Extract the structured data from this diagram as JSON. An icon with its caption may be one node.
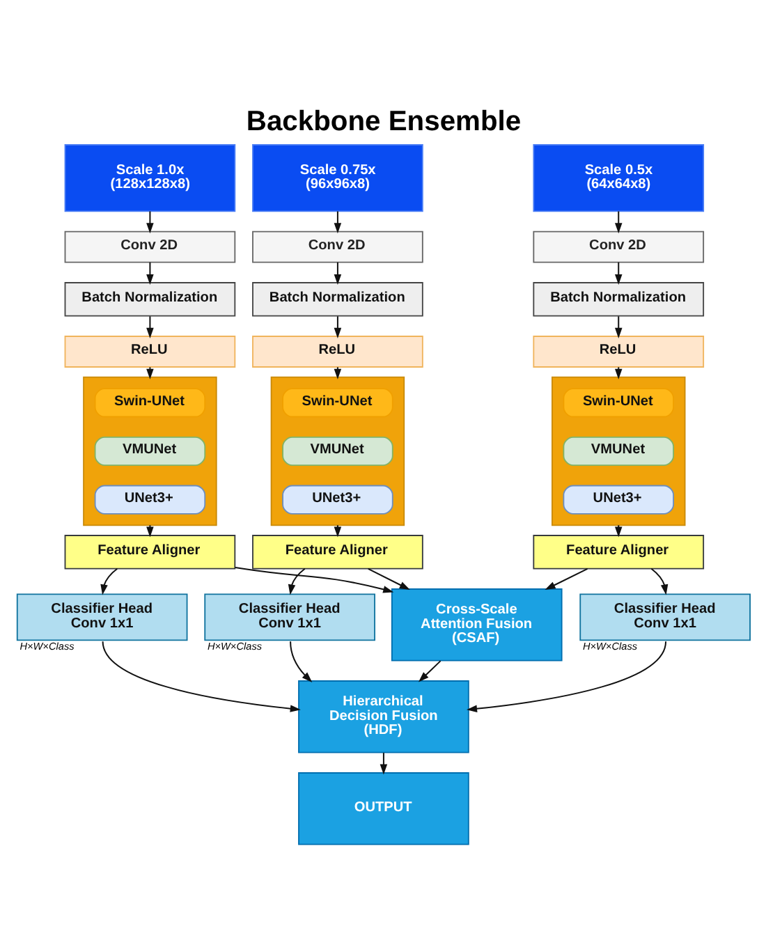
{
  "diagram": {
    "title": "Backbone Ensemble",
    "nodes": [
      {
        "text": [
          "Scale 1.0x",
          "(128x128x8)"
        ]
      },
      {
        "text": [
          "Scale 0.75x",
          "(96x96x8)"
        ]
      },
      {
        "text": [
          "Scale 0.5x",
          "(64x64x8)"
        ]
      },
      {
        "text": [
          "Conv 2D"
        ]
      },
      {
        "text": [
          "Conv 2D"
        ]
      },
      {
        "text": [
          "Conv 2D"
        ]
      },
      {
        "text": [
          "Batch Normalization"
        ]
      },
      {
        "text": [
          "Batch Normalization"
        ]
      },
      {
        "text": [
          "Batch Normalization"
        ]
      },
      {
        "text": [
          "ReLU"
        ]
      },
      {
        "text": [
          "ReLU"
        ]
      },
      {
        "text": [
          "ReLU"
        ]
      },
      {
        "text": [],
        "shape": "box"
      },
      {
        "text": [
          "Swin-UNet"
        ],
        "in": 12
      },
      {
        "text": [
          "VMUNet"
        ],
        "in": 12
      },
      {
        "text": [
          "UNet3+"
        ],
        "in": 12
      },
      {
        "text": [],
        "shape": "box"
      },
      {
        "text": [
          "Swin-UNet"
        ],
        "in": 16
      },
      {
        "text": [
          "VMUNet"
        ],
        "in": 16
      },
      {
        "text": [
          "UNet3+"
        ],
        "in": 16
      },
      {
        "text": [],
        "shape": "box"
      },
      {
        "text": [
          "Swin-UNet"
        ],
        "in": 20
      },
      {
        "text": [
          "VMUNet"
        ],
        "in": 20
      },
      {
        "text": [
          "UNet3+"
        ],
        "in": 20
      },
      {
        "text": [
          "Feature Aligner"
        ]
      },
      {
        "text": [
          "Feature Aligner"
        ]
      },
      {
        "text": [
          "Feature Aligner"
        ]
      },
      {
        "text": [
          "Cross-Scale Attention Fusion (CSAF)"
        ]
      },
      {
        "text": [
          "Classifier Head",
          "Conv 1x1"
        ],
        "beside": [
          "H×W×Class"
        ]
      },
      {
        "text": [
          "Classifier Head",
          "Conv 1x1"
        ],
        "beside": [
          "H×W×Class"
        ]
      },
      {
        "text": [
          "Classifier Head",
          "Conv 1x1"
        ],
        "beside": [
          "H×W×Class"
        ]
      },
      {
        "text": [
          "Hierarchical Decision Fusion (HDF)"
        ]
      },
      {
        "text": [
          "OUTPUT"
        ]
      }
    ],
    "edges": [
      {
        "from": 0,
        "to": 3,
        "arrow": "to"
      },
      {
        "from": 3,
        "to": 6,
        "arrow": "to"
      },
      {
        "from": 6,
        "to": 9,
        "arrow": "to"
      },
      {
        "from": 9,
        "to": 12,
        "arrow": "to"
      },
      {
        "from": 12,
        "to": 24,
        "arrow": "to"
      },
      {
        "from": 24,
        "to": 28,
        "arrow": "to"
      },
      {
        "from": 24,
        "to": 27,
        "arrow": "to"
      },
      {
        "from": 1,
        "to": 4,
        "arrow": "to"
      },
      {
        "from": 4,
        "to": 7,
        "arrow": "to"
      },
      {
        "from": 7,
        "to": 10,
        "arrow": "to"
      },
      {
        "from": 10,
        "to": 16,
        "arrow": "to"
      },
      {
        "from": 16,
        "to": 25,
        "arrow": "to"
      },
      {
        "from": 25,
        "to": 27,
        "arrow": "to"
      },
      {
        "from": 25,
        "to": 29,
        "arrow": "to"
      },
      {
        "from": 2,
        "to": 5,
        "arrow": "to"
      },
      {
        "from": 5,
        "to": 8,
        "arrow": "to"
      },
      {
        "from": 8,
        "to": 11,
        "arrow": "to"
      },
      {
        "from": 11,
        "to": 20,
        "arrow": "to"
      },
      {
        "from": 20,
        "to": 26,
        "arrow": "to"
      },
      {
        "from": 26,
        "to": 27,
        "arrow": "to"
      },
      {
        "from": 26,
        "to": 30,
        "arrow": "to"
      },
      {
        "from": 28,
        "to": 31,
        "arrow": "to"
      },
      {
        "from": 29,
        "to": 31,
        "arrow": "to"
      },
      {
        "from": 27,
        "to": 31,
        "arrow": "to"
      },
      {
        "from": 30,
        "to": 31,
        "arrow": "to"
      },
      {
        "from": 31,
        "to": 32,
        "arrow": "to"
      }
    ]
  }
}
